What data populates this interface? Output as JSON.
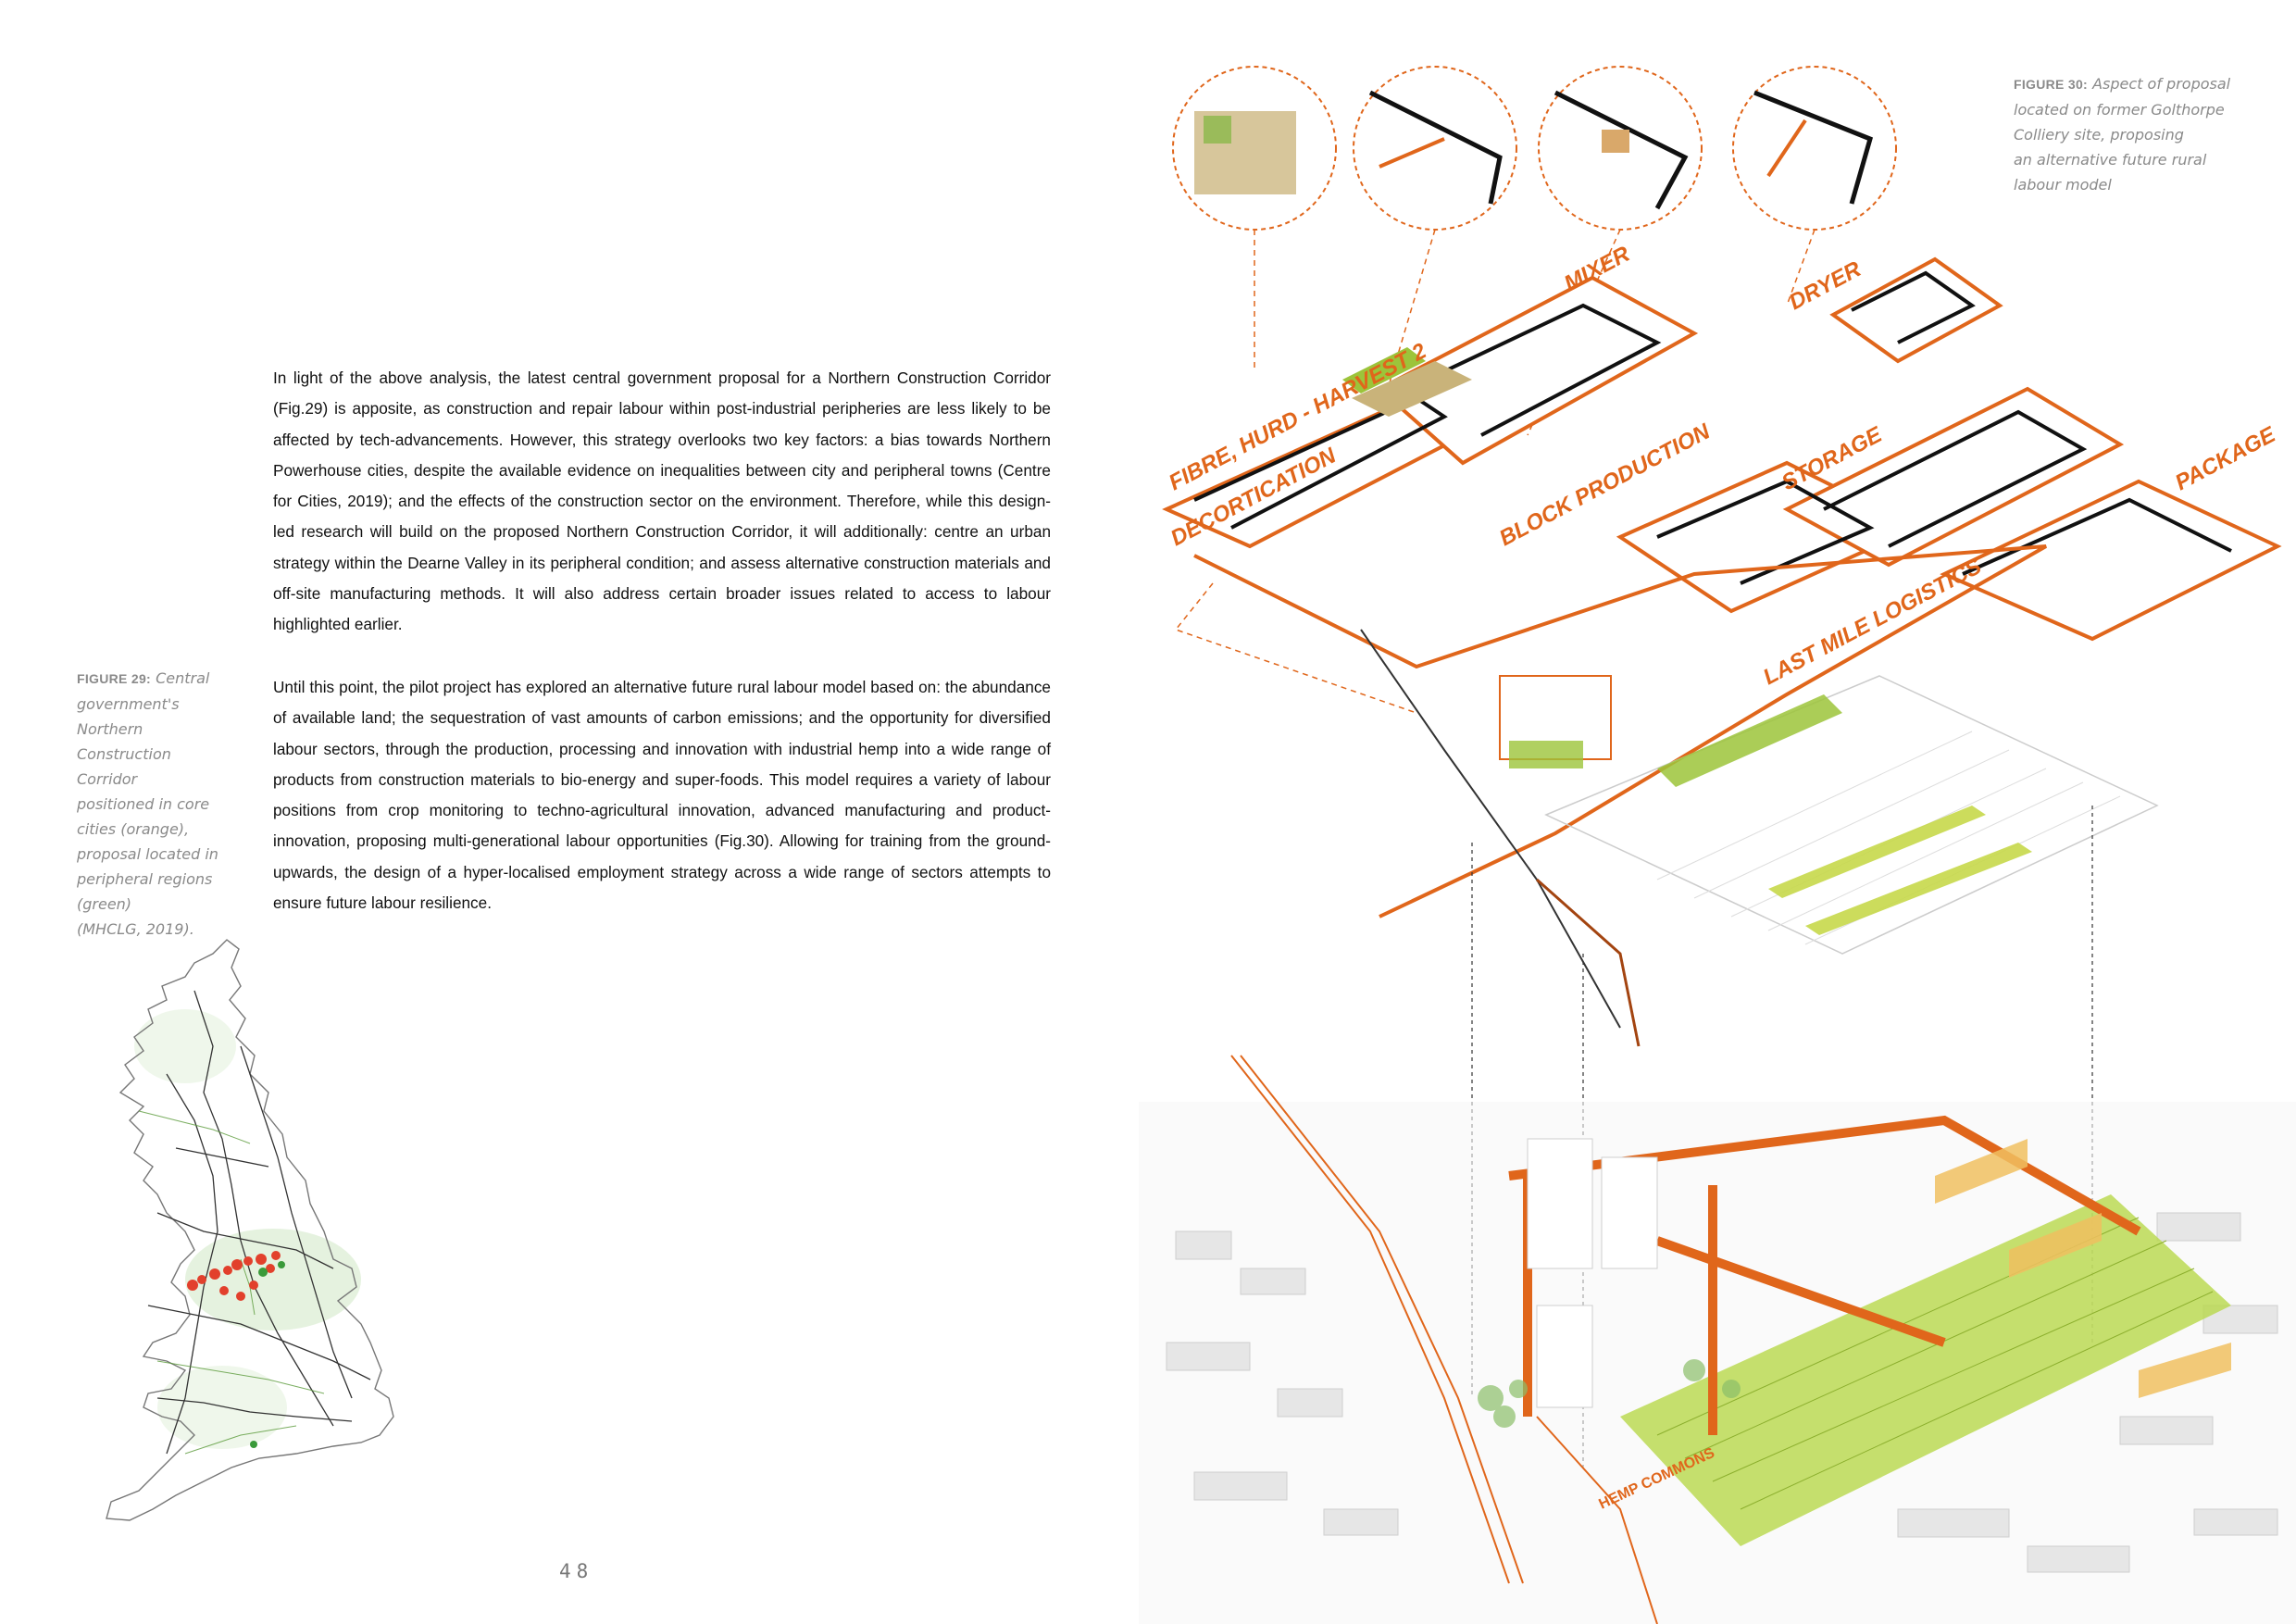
{
  "page": {
    "number": "48",
    "paragraphs": [
      "In light of the above analysis, the latest central government proposal for a Northern Construction Corridor (Fig.29) is apposite, as construction and repair labour within post-industrial peripheries are less likely to be affected by tech-advancements. However, this strategy overlooks two key factors: a bias towards Northern Powerhouse cities, despite the available evidence on inequalities between city and peripheral towns (Centre for Cities, 2019); and the effects of the construction sector on the environment. Therefore, while this design-led research will build on the proposed Northern Construction Corridor, it will additionally: centre an urban strategy within the Dearne Valley in its peripheral condition; and assess alternative construction materials and off-site manufacturing methods. It will also address certain broader issues related to access to labour highlighted earlier.",
      "Until this point, the pilot project has explored an alternative future rural labour model based on: the abundance of available land; the sequestration of vast amounts of carbon emissions; and the opportunity for diversified labour sectors, through the production, processing and innovation with industrial hemp into a wide range of products from construction materials to bio-energy and super-foods. This model requires a variety of labour positions from crop monitoring to techno-agricultural innovation, advanced manufacturing and product-innovation, proposing multi-generational labour opportunities (Fig.30). Allowing for training from the ground-upwards, the design of a hyper-localised employment strategy across a wide range of sectors attempts to ensure future labour resilience."
    ]
  },
  "figure29": {
    "label": "FIGURE 29:",
    "caption_lines": [
      "Central",
      "government's",
      "Northern",
      "Construction Corridor",
      "positioned in core",
      "cities (orange),",
      "proposal located in",
      "peripheral regions",
      "(green)",
      "(MHCLG, 2019)."
    ]
  },
  "figure30": {
    "label": "FIGURE 30:",
    "caption_lines": [
      "Aspect of proposal",
      "located on former Golthorpe",
      "Colliery site, proposing",
      "an alternative future rural",
      "labour model"
    ]
  },
  "diagram": {
    "accent": "#e0661b",
    "green": "#9cc43a",
    "labels": {
      "fibre_hurd": "FIBRE, HURD - HARVEST 2",
      "decortication": "DECORTICATION",
      "mixer": "MIXER",
      "dryer": "DRYER",
      "block_production": "BLOCK PRODUCTION",
      "storage": "STORAGE",
      "package": "PACKAGE",
      "last_mile": "LAST MILE LOGISTICS",
      "hemp_commons": "HEMP COMMONS"
    }
  }
}
